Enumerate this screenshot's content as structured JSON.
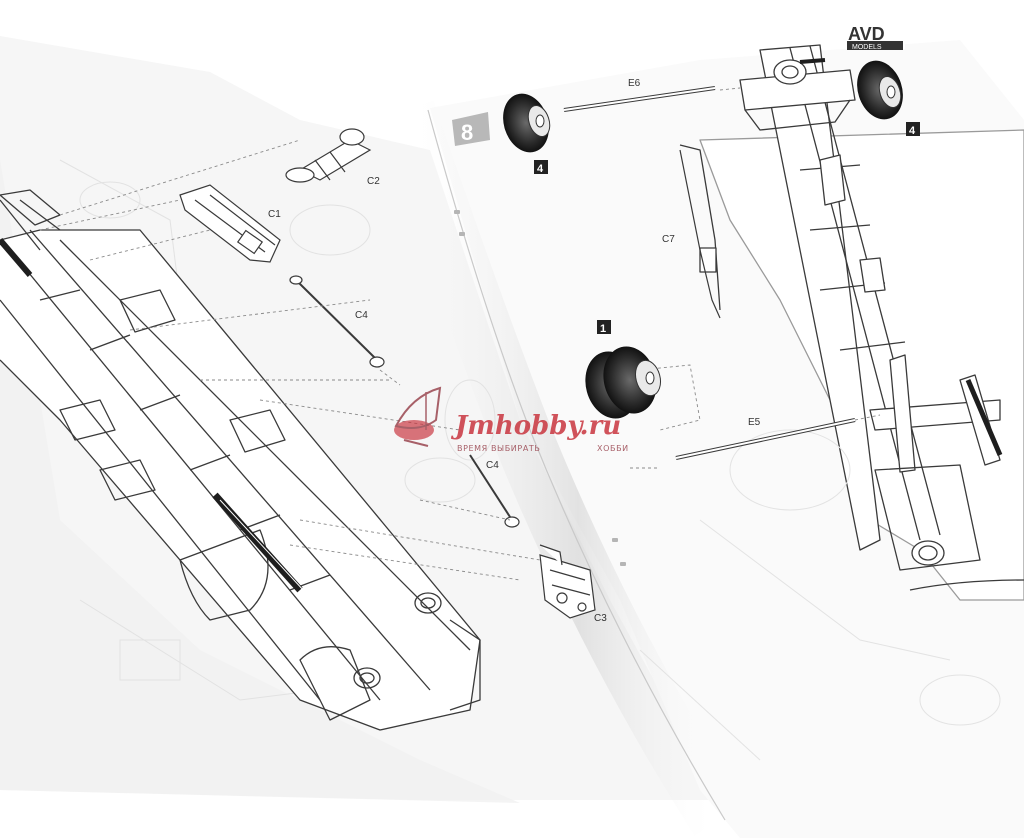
{
  "step": {
    "number": "8"
  },
  "brand": {
    "logo_text": "AVD",
    "logo_sub": "MODELS"
  },
  "parts": {
    "c1": "C1",
    "c2": "C2",
    "c3": "C3",
    "c4_upper": "C4",
    "c4_lower": "C4",
    "c7": "C7",
    "e5": "E5",
    "e6": "E6"
  },
  "quantities": {
    "wheel_top_left": "4",
    "wheel_top_right": "4",
    "wheel_middle": "1"
  },
  "watermark": {
    "brand": "Jmhobby.ru",
    "slogan_left": "ВРЕМЯ ВЫБИРАТЬ",
    "slogan_right": "ХОББИ"
  }
}
